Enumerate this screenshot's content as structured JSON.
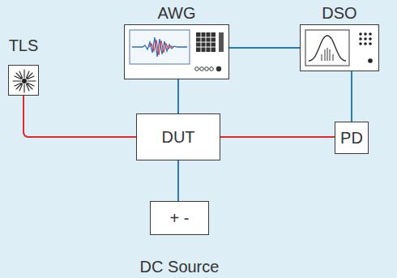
{
  "diagram": {
    "nodes": [
      {
        "text": [
          "TLS"
        ]
      },
      {
        "text": [
          "AWG"
        ]
      },
      {
        "text": [
          "DSO"
        ]
      },
      {
        "text": [
          "DUT"
        ]
      },
      {
        "text": [
          "PD"
        ]
      },
      {
        "text": [
          "+ -",
          "DC Source"
        ]
      }
    ],
    "edges": [
      {
        "from": 0,
        "to": 3,
        "arrow": "none"
      },
      {
        "from": 3,
        "to": 4,
        "arrow": "none"
      },
      {
        "from": 1,
        "to": 3,
        "arrow": "none"
      },
      {
        "from": 1,
        "to": 2,
        "arrow": "none"
      },
      {
        "from": 2,
        "to": 4,
        "arrow": "none"
      },
      {
        "from": 3,
        "to": 5,
        "arrow": "none"
      }
    ]
  }
}
